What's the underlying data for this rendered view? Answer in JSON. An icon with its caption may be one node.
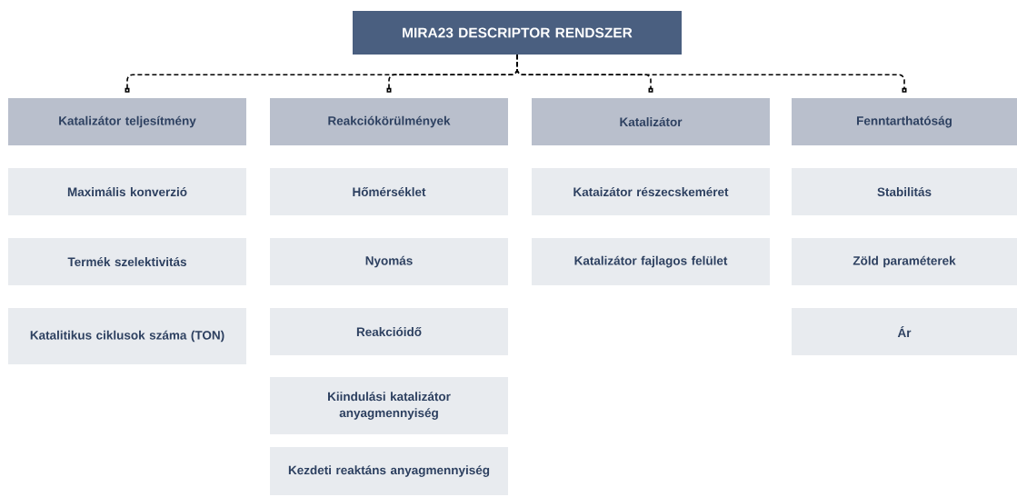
{
  "diagram": {
    "nodes": [
      {
        "text": [
          "MIRA23 DESCRIPTOR RENDSZER"
        ]
      },
      {
        "text": [
          "Katalizátor teljesítmény"
        ]
      },
      {
        "text": [
          "Reakciókörülmények"
        ]
      },
      {
        "text": [
          "Katalizátor"
        ]
      },
      {
        "text": [
          "Fenntarthatóság"
        ]
      },
      {
        "text": [
          "Maximális konverzió"
        ]
      },
      {
        "text": [
          "Termék szelektivitás"
        ]
      },
      {
        "text": [
          "Katalitikus ciklusok száma (TON)"
        ]
      },
      {
        "text": [
          "Hőmérséklet"
        ]
      },
      {
        "text": [
          "Nyomás"
        ]
      },
      {
        "text": [
          "Reakcióidő"
        ]
      },
      {
        "text": [
          "Kiindulási katalizátor anyagmennyiség"
        ]
      },
      {
        "text": [
          "Kezdeti reaktáns anyagmennyiség"
        ]
      },
      {
        "text": [
          "Kataizátor részecskeméret"
        ]
      },
      {
        "text": [
          "Katalizátor fajlagos felület"
        ]
      },
      {
        "text": [
          "Stabilitás"
        ]
      },
      {
        "text": [
          "Zöld paraméterek"
        ]
      },
      {
        "text": [
          "Ár"
        ]
      }
    ],
    "edges": [
      {
        "from": 0,
        "to": 1,
        "arrow": "other",
        "style": "dashed"
      },
      {
        "from": 0,
        "to": 2,
        "arrow": "other",
        "style": "dashed"
      },
      {
        "from": 0,
        "to": 3,
        "arrow": "other",
        "style": "dashed"
      },
      {
        "from": 0,
        "to": 4,
        "arrow": "other",
        "style": "dashed"
      }
    ]
  }
}
